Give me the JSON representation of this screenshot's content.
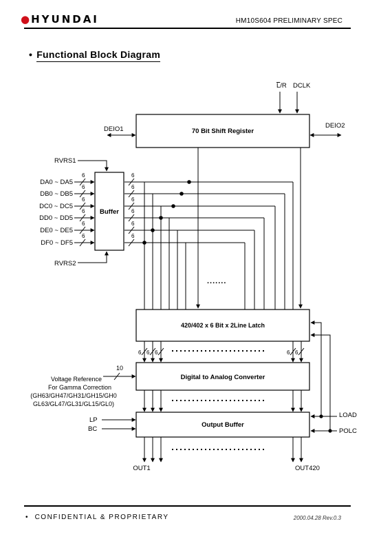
{
  "header": {
    "logo": "HYUNDAI",
    "doc_title": "HM10S604 PRELIMINARY SPEC"
  },
  "section": {
    "bullet": "•",
    "title": "Functional Block Diagram"
  },
  "diagram": {
    "blocks": {
      "shift_register": "70 Bit Shift Register",
      "buffer": "Buffer",
      "latch": "420/402 x 6 Bit x 2Line Latch",
      "dac": "Digital to Analog Converter",
      "output_buffer": "Output Buffer"
    },
    "signals": {
      "lr": "L/R",
      "lr_bar": "L",
      "lr_rest": "/R",
      "dclk": "DCLK",
      "deio1": "DEIO1",
      "deio2": "DEIO2",
      "rvrs1": "RVRS1",
      "rvrs2": "RVRS2",
      "load": "LOAD",
      "polc": "POLC",
      "lp": "LP",
      "bc": "BC",
      "out1": "OUT1",
      "out420": "OUT420"
    },
    "data_inputs": [
      "DA0 ~ DA5",
      "DB0 ~ DB5",
      "DC0 ~ DC5",
      "DD0 ~ DD5",
      "DE0 ~ DE5",
      "DF0 ~ DF5"
    ],
    "bus_width": "6",
    "vref_width": "10",
    "voltage_reference": [
      "Voltage Reference",
      "For Gamma Correction",
      "(GH63/GH47/GH31/GH15/GH0",
      "GL63/GL47/GL31/GL15/GL0)"
    ],
    "ellipsis": "......."
  },
  "footer": {
    "bullet": "•",
    "confidential": "CONFIDENTIAL & PROPRIETARY",
    "revision": "2000.04.28 Rev.0.3"
  }
}
